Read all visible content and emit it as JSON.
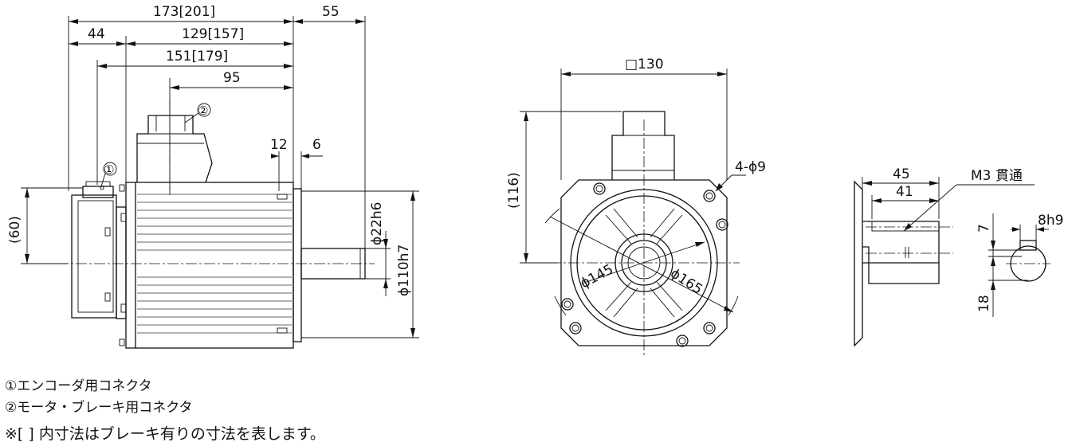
{
  "side_view": {
    "dims": {
      "overall": "173[201]",
      "shaft_length": "55",
      "flange_to_rear": "44",
      "body": "129[157]",
      "encoder_conn": "151[179]",
      "motor_conn": "95",
      "flange_thk": "12",
      "spigot": "6",
      "height_60": "(60)",
      "shaft_dia": "ϕ22h6",
      "spigot_dia": "ϕ110h7"
    },
    "callouts": {
      "c1": "①",
      "c2": "②"
    }
  },
  "front_view": {
    "dims": {
      "square": "□130",
      "height_116": "(116)",
      "holes": "4-ϕ9",
      "pcd_145": "ϕ145",
      "pcd_165": "ϕ165"
    }
  },
  "shaft_detail": {
    "dims": {
      "d45": "45",
      "d41": "41",
      "tap": "M3 貫通",
      "d7": "7",
      "d8h9": "8h9",
      "d18": "18"
    }
  },
  "notes": {
    "line1": "①エンコーダ用コネクタ",
    "line2": "②モータ・ブレーキ用コネクタ",
    "line3": "※[ ] 内寸法はブレーキ有りの寸法を表します。"
  }
}
